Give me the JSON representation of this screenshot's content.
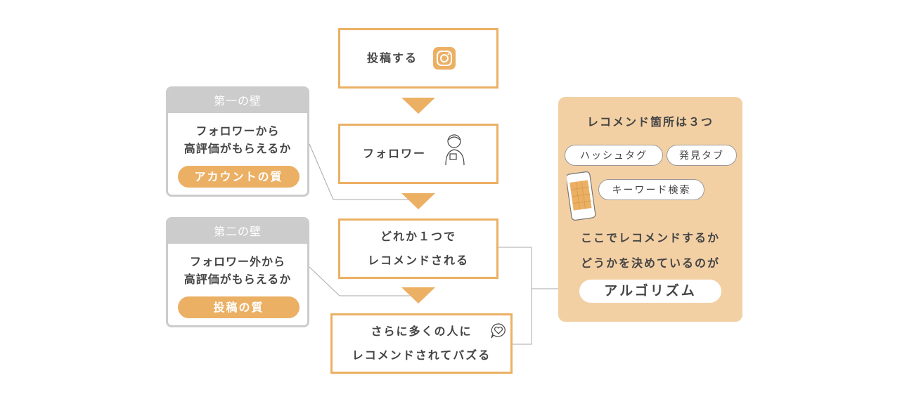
{
  "flow": {
    "step1": "投稿する",
    "step2": "フォロワー",
    "step3_lines": [
      "どれか１つで",
      "レコメンドされる"
    ],
    "step4_lines": [
      "さらに多くの人に",
      "レコメンドされてバズる"
    ]
  },
  "walls": [
    {
      "title": "第一の壁",
      "lines": [
        "フォロワーから",
        "高評価がもらえるか"
      ],
      "pill": "アカウントの質"
    },
    {
      "title": "第二の壁",
      "lines": [
        "フォロワー外から",
        "高評価がもらえるか"
      ],
      "pill": "投稿の質"
    }
  ],
  "panel": {
    "title": "レコメンド箇所は３つ",
    "tags": [
      "ハッシュタグ",
      "発見タブ",
      "キーワード検索"
    ],
    "desc_lines": [
      "ここでレコメンドするか",
      "どうかを決めているのが"
    ],
    "highlight": "アルゴリズム"
  },
  "colors": {
    "accent": "#ebb064",
    "panel_bg": "#f3d0a4",
    "wall_header": "#cbcccb",
    "text": "#444444"
  }
}
